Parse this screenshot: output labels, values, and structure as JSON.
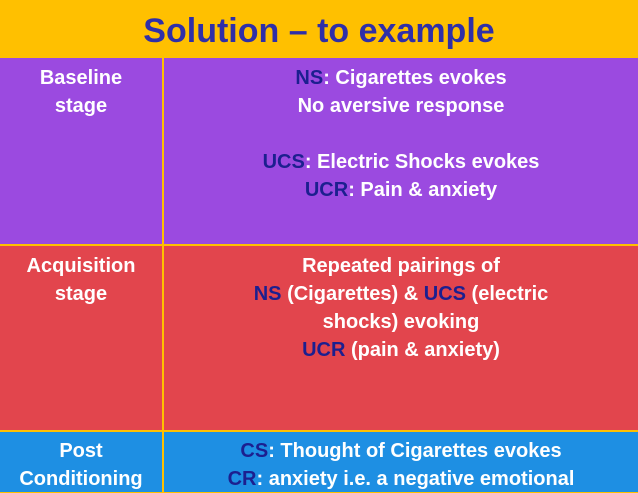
{
  "title": "Solution – to example",
  "rows": [
    {
      "stage": [
        "Baseline",
        "stage"
      ],
      "content": {
        "l1_term": "NS",
        "l1_text": ": Cigarettes evokes",
        "l2_text": "No aversive response",
        "l3_term": "UCS",
        "l3_text": ": Electric Shocks evokes",
        "l4_term": "UCR",
        "l4_text": ": Pain & anxiety"
      }
    },
    {
      "stage": [
        "Acquisition",
        "stage"
      ],
      "content": {
        "l1_text": "Repeated pairings of",
        "l2_term1": "NS",
        "l2_text1": " (Cigarettes) & ",
        "l2_term2": "UCS",
        "l2_text2": " (electric",
        "l3_text": "shocks) evoking",
        "l4_term": "UCR",
        "l4_text": " (pain & anxiety)"
      }
    },
    {
      "stage": [
        "Post",
        "Conditioning"
      ],
      "content": {
        "l1_term": "CS",
        "l1_text": ": Thought of Cigarettes evokes",
        "l2_term": "CR",
        "l2_text": ": anxiety i.e. a negative emotional"
      }
    }
  ]
}
